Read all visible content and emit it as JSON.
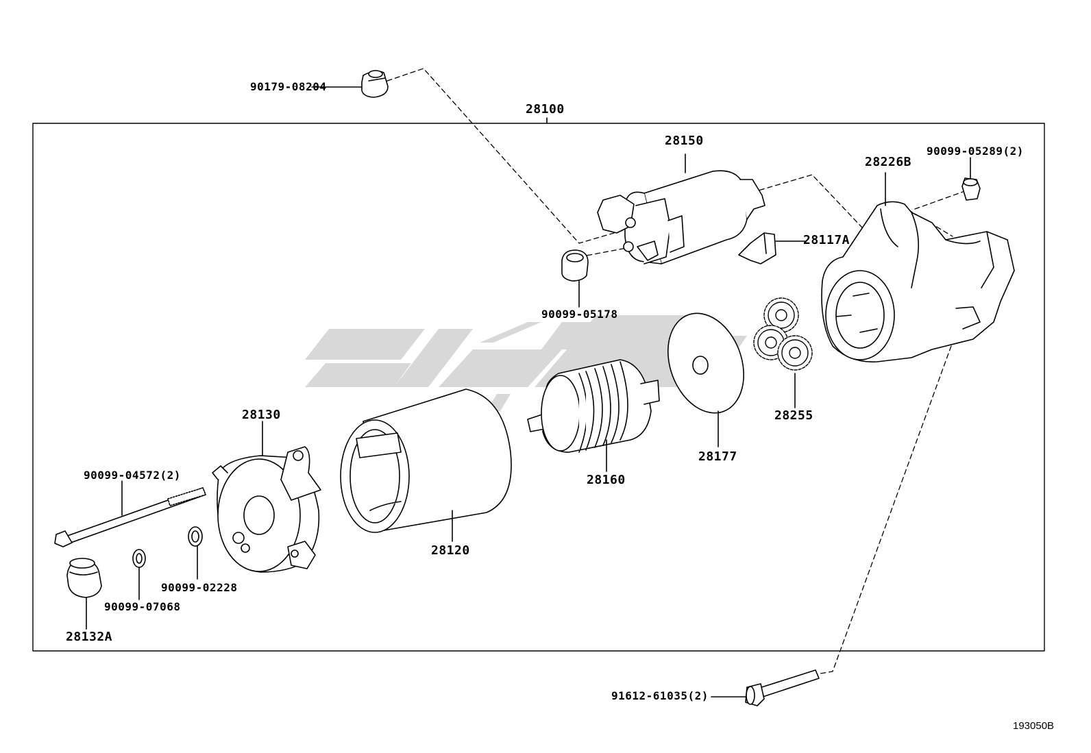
{
  "diagram": {
    "assembly_label": "28100",
    "figure_code": "193050B",
    "watermark": "",
    "callouts": {
      "p90179_08204": "90179-08204",
      "p28150": "28150",
      "p28226B": "28226B",
      "p90099_05289": "90099-05289(2)",
      "p28117A": "28117A",
      "p90099_05178": "90099-05178",
      "p28255": "28255",
      "p28177": "28177",
      "p28160": "28160",
      "p28130": "28130",
      "p28120": "28120",
      "p90099_04572": "90099-04572(2)",
      "p90099_02228": "90099-02228",
      "p90099_07068": "90099-07068",
      "p28132A": "28132A",
      "p91612_61035": "91612-61035(2)"
    },
    "colors": {
      "line": "#000000",
      "watermark": "#d6d6d6",
      "background": "#ffffff"
    }
  }
}
